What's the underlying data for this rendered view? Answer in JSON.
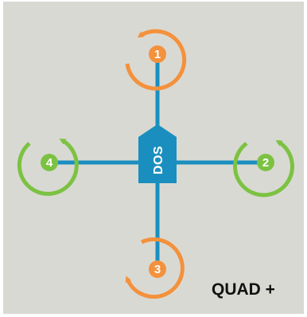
{
  "diagram": {
    "config_label": "QUAD +",
    "flight_controller_label": "DOS",
    "motors": [
      {
        "number": "1",
        "rotation": "counter-clockwise",
        "color": "#f4913c"
      },
      {
        "number": "2",
        "rotation": "clockwise",
        "color": "#7cc242"
      },
      {
        "number": "3",
        "rotation": "counter-clockwise",
        "color": "#f4913c"
      },
      {
        "number": "4",
        "rotation": "clockwise",
        "color": "#7cc242"
      }
    ],
    "arm_color": "#1a8fbf",
    "background": "#d9d9d3"
  }
}
